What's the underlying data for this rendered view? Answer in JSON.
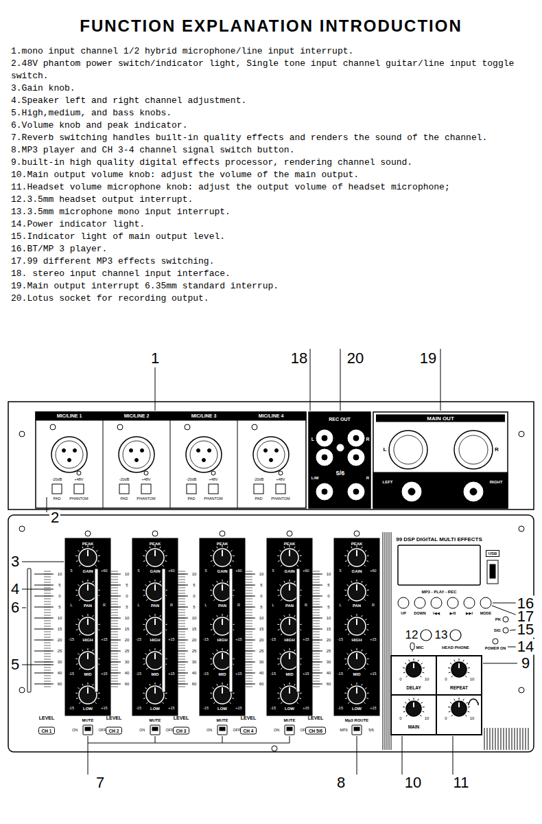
{
  "diagram": {
    "title": "FUNCTION EXPLANATION INTRODUCTION",
    "nodes": [
      {
        "text": [
          "MAIN OUT"
        ]
      },
      {
        "text": [
          "USB"
        ]
      },
      {
        "text": [
          "CH 1"
        ]
      },
      {
        "text": [
          "CH 2"
        ]
      },
      {
        "text": [
          "CH 3"
        ]
      },
      {
        "text": [
          "CH 4"
        ]
      },
      {
        "text": [
          "CH 5/6"
        ]
      }
    ],
    "labels": [
      "1.mono input channel 1/2 hybrid microphone/line input interrupt.",
      "2.48V phantom power switch/indicator light, Single tone input channel guitar/line input toggle switch.",
      "3.Gain knob.",
      "4.Speaker left and right channel adjustment.",
      "5.High,medium, and bass knobs.",
      "6.Volume knob and peak indicator.",
      "7.Reverb switching handles built-in quality effects and renders the sound of the channel.",
      "8.MP3 player and CH 3-4 channel signal switch button.",
      "9.built-in high quality digital effects processor, rendering channel sound.",
      "10.Main output volume knob: adjust the volume of the main output.",
      "11.Headset volume microphone knob: adjust the output volume of headset microphone;",
      "12.3.5mm headset output interrupt.",
      "13.3.5mm microphone mono input interrupt.",
      "14.Power indicator light.",
      "15.Indicator light of main output level.",
      "16.BT/MP 3 player.",
      "17.99 different MP3 effects switching.",
      "18. stereo input channel input interface.",
      "19.Main output interrupt 6.35mm standard interrup.",
      "20.Lotus socket for recording output.",
      "1",
      "18",
      "20",
      "19",
      "2",
      "3",
      "4",
      "6",
      "5",
      "16",
      "17",
      "15",
      "14",
      "9",
      "12",
      "13",
      "7",
      "8",
      "10",
      "11",
      "MIC/LINE 1",
      "-20dB",
      "+48V",
      "PAD",
      "PHANTOM",
      "MIC/LINE 2",
      "-20dB",
      "+48V",
      "PAD",
      "PHANTOM",
      "MIC/LINE 3",
      "-20dB",
      "+48V",
      "PAD",
      "PHANTOM",
      "MIC/LINE 4",
      "-20dB",
      "+48V",
      "PAD",
      "PHANTOM",
      "REC OUT",
      "L",
      "R",
      "5/6",
      "L/M",
      "R",
      "L",
      "R",
      "LEFT",
      "RIGHT",
      "PEAK",
      "5",
      "GAIN",
      "+60",
      "L",
      "PAN",
      "R",
      "-15",
      "HIGH",
      "+15",
      "-15",
      "MID",
      "+15",
      "-15",
      "LOW",
      "+15",
      "10",
      "5",
      "0",
      "5",
      "10",
      "15",
      "20",
      "25",
      "30",
      "40",
      "60",
      "LEVEL",
      "MUTE",
      "ON",
      "OFF",
      "PEAK",
      "5",
      "GAIN",
      "+60",
      "L",
      "PAN",
      "R",
      "-15",
      "HIGH",
      "+15",
      "-15",
      "MID",
      "+15",
      "-15",
      "LOW",
      "+15",
      "10",
      "5",
      "0",
      "5",
      "10",
      "15",
      "20",
      "25",
      "30",
      "40",
      "60",
      "LEVEL",
      "MUTE",
      "ON",
      "OFF",
      "PEAK",
      "5",
      "GAIN",
      "+60",
      "L",
      "PAN",
      "R",
      "-15",
      "HIGH",
      "+15",
      "-15",
      "MID",
      "+15",
      "-15",
      "LOW",
      "+15",
      "10",
      "5",
      "0",
      "5",
      "10",
      "15",
      "20",
      "25",
      "30",
      "40",
      "60",
      "LEVEL",
      "MUTE",
      "ON",
      "OFF",
      "PEAK",
      "5",
      "GAIN",
      "+60",
      "L",
      "PAN",
      "R",
      "-15",
      "HIGH",
      "+15",
      "-15",
      "MID",
      "+15",
      "-15",
      "LOW",
      "+15",
      "10",
      "5",
      "0",
      "5",
      "10",
      "15",
      "20",
      "25",
      "30",
      "40",
      "60",
      "LEVEL",
      "MUTE",
      "ON",
      "OFF",
      "PEAK",
      "5",
      "GAIN",
      "+60",
      "L",
      "PAN",
      "R",
      "-15",
      "HIGH",
      "+15",
      "-15",
      "MID",
      "+15",
      "-15",
      "LOW",
      "+15",
      "10",
      "5",
      "0",
      "5",
      "10",
      "15",
      "20",
      "25",
      "30",
      "40",
      "60",
      "LEVEL",
      "Mp3 ROUTE",
      "MP3",
      "5/6",
      "99 DSP DIGITAL MULTI EFFECTS",
      "MP3 - PLAY - REC",
      "UP",
      "DOWN",
      "I◀◀",
      "▶/II",
      "▶▶I",
      "MODE",
      "PK",
      "SIG",
      "POWER ON",
      "MIC",
      "HEAD PHONE",
      "0",
      "10",
      "DELAY",
      "0",
      "10",
      "REPEAT",
      "0",
      "10",
      "MAIN",
      "0",
      "10"
    ]
  }
}
